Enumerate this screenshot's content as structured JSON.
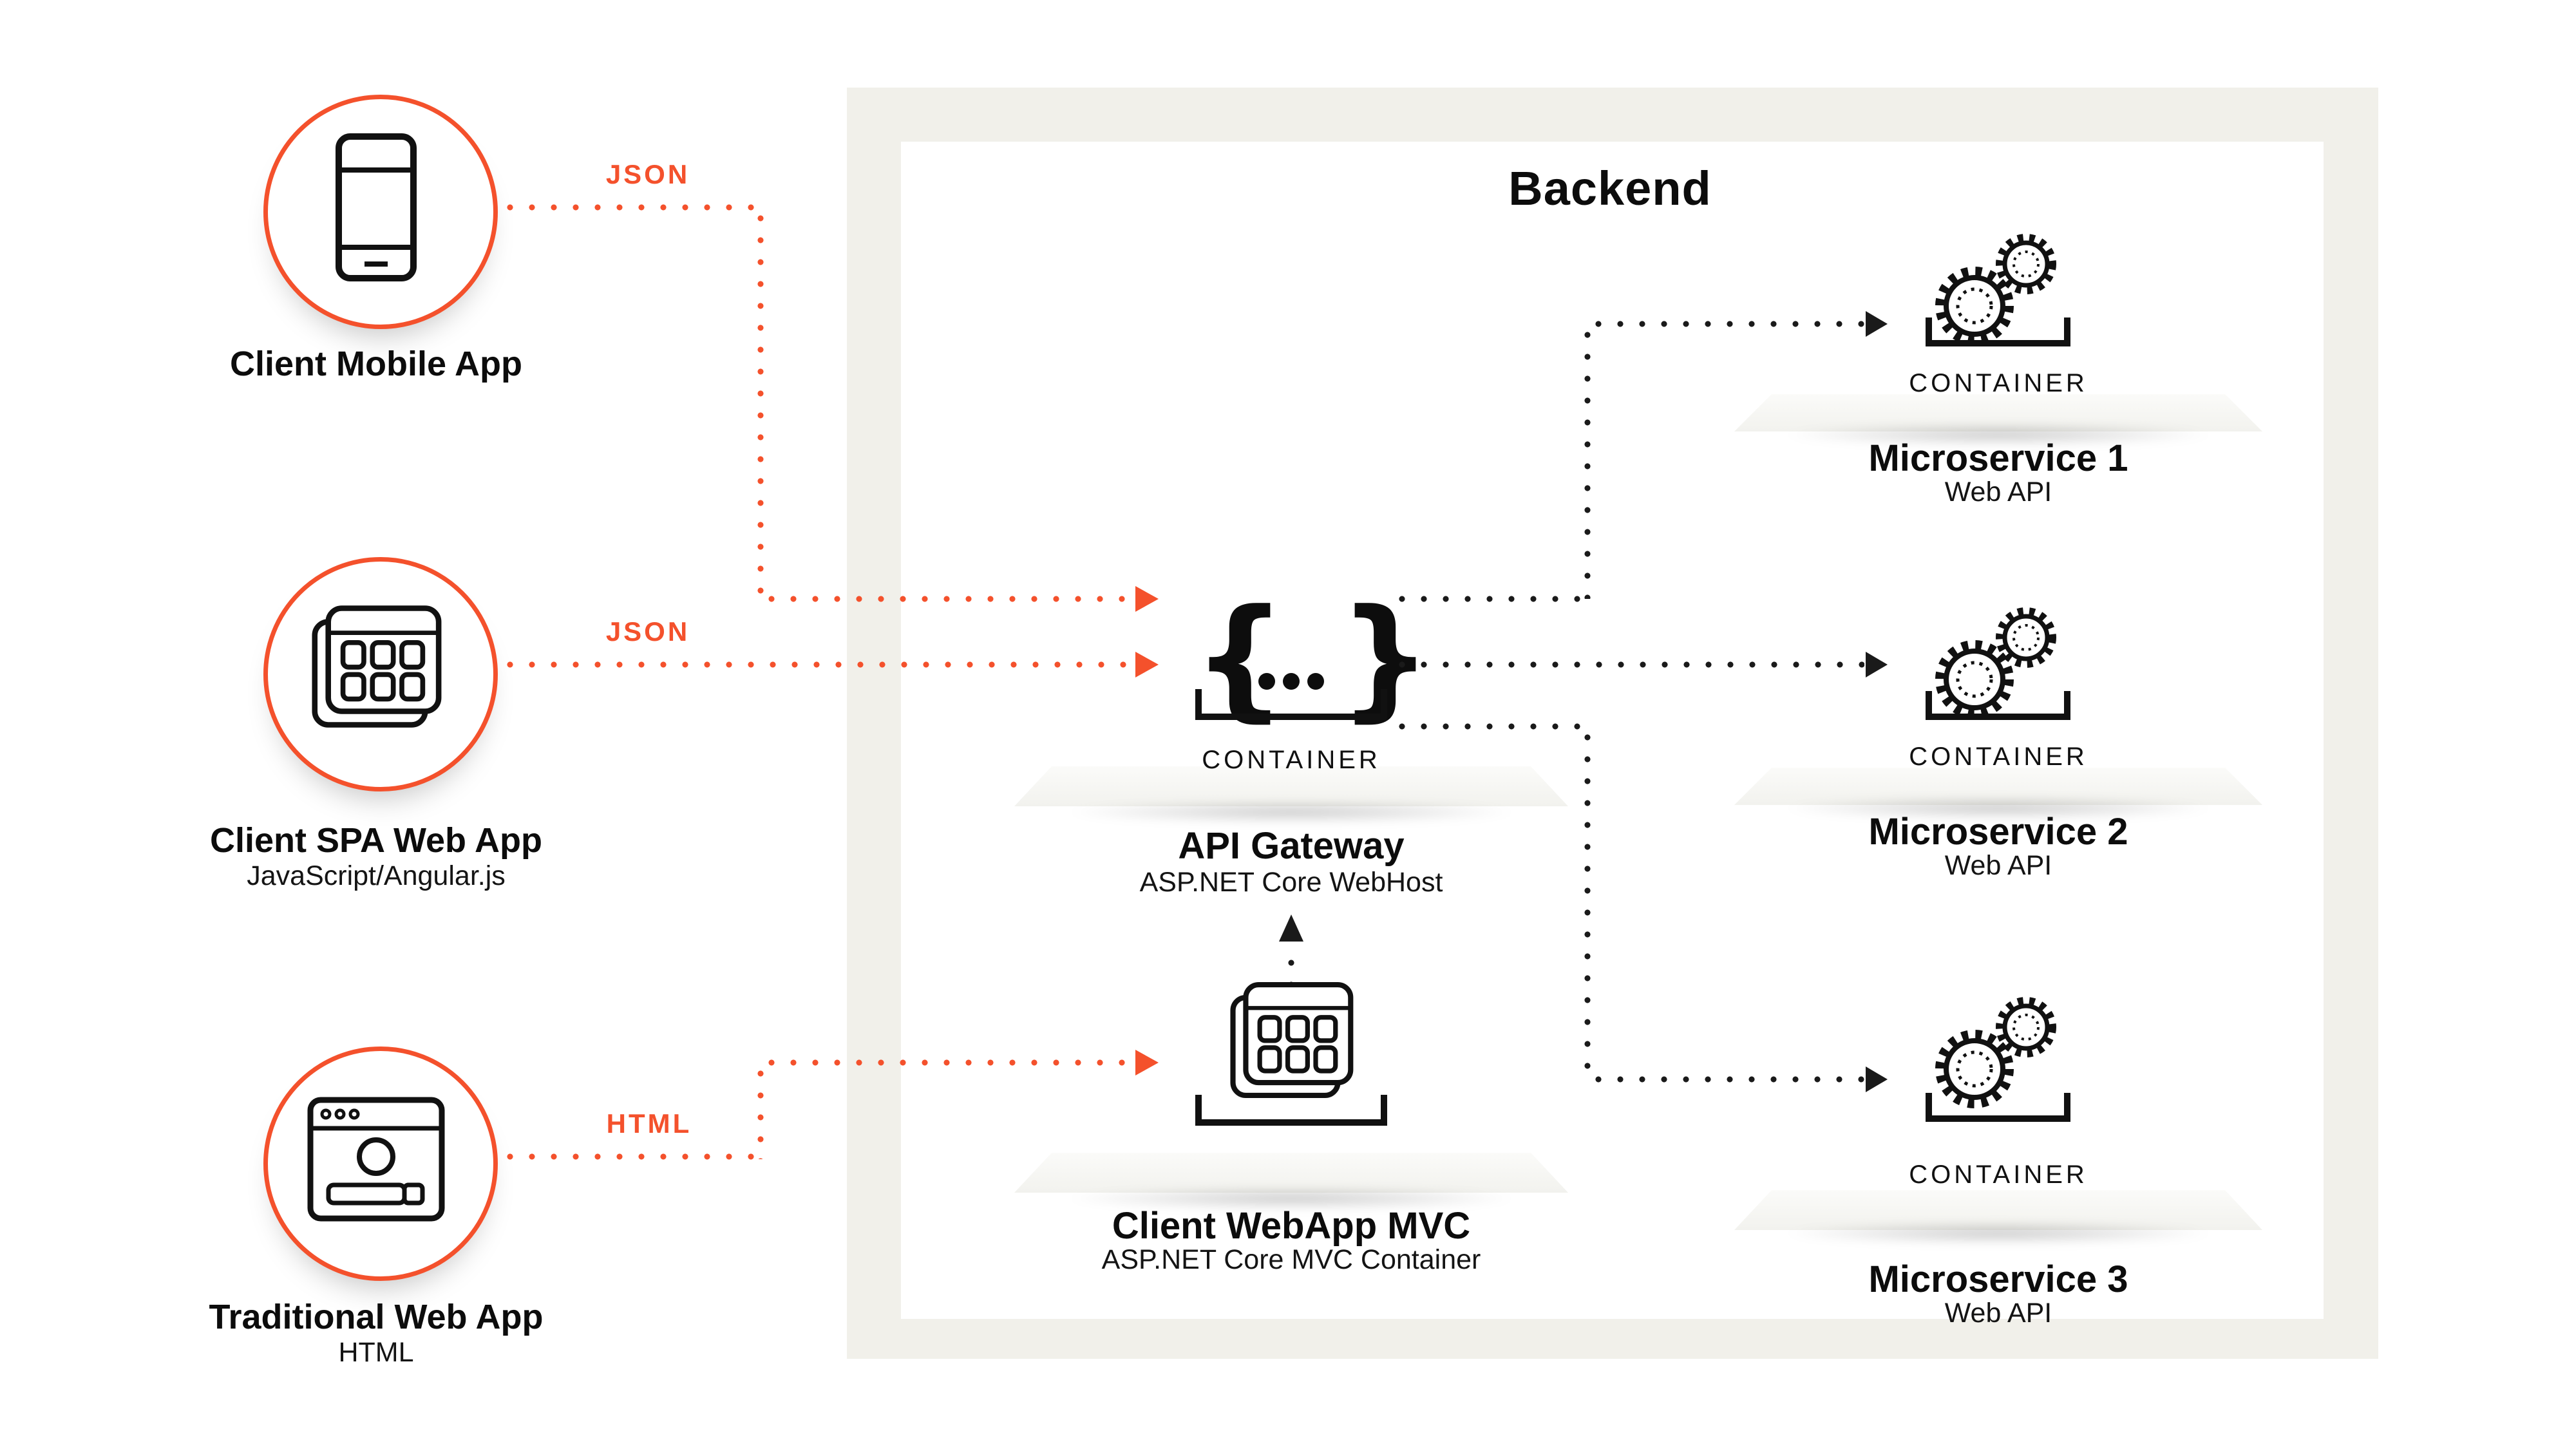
{
  "backend": {
    "title": "Backend"
  },
  "clients": [
    {
      "title": "Client Mobile App",
      "subtitle": "",
      "protocol": "JSON",
      "icon": "smartphone-icon"
    },
    {
      "title": "Client SPA Web App",
      "subtitle": "JavaScript/Angular.js",
      "protocol": "JSON",
      "icon": "app-grid-icon"
    },
    {
      "title": "Traditional Web App",
      "subtitle": "HTML",
      "protocol": "HTML",
      "icon": "browser-window-icon"
    }
  ],
  "gateway": {
    "container_label": "CONTAINER",
    "title": "API Gateway",
    "subtitle": "ASP.NET Core WebHost",
    "icon": "code-braces-icon"
  },
  "mvc": {
    "title": "Client WebApp MVC",
    "subtitle": "ASP.NET Core MVC Container",
    "icon": "app-grid-icon"
  },
  "microservices": [
    {
      "container_label": "CONTAINER",
      "title": "Microservice 1",
      "subtitle": "Web API",
      "icon": "gears-icon"
    },
    {
      "container_label": "CONTAINER",
      "title": "Microservice 2",
      "subtitle": "Web API",
      "icon": "gears-icon"
    },
    {
      "container_label": "CONTAINER",
      "title": "Microservice 3",
      "subtitle": "Web API",
      "icon": "gears-icon"
    }
  ],
  "colors": {
    "accent": "#F4512C",
    "ink": "#111111",
    "panel": "#F1F0EA"
  }
}
